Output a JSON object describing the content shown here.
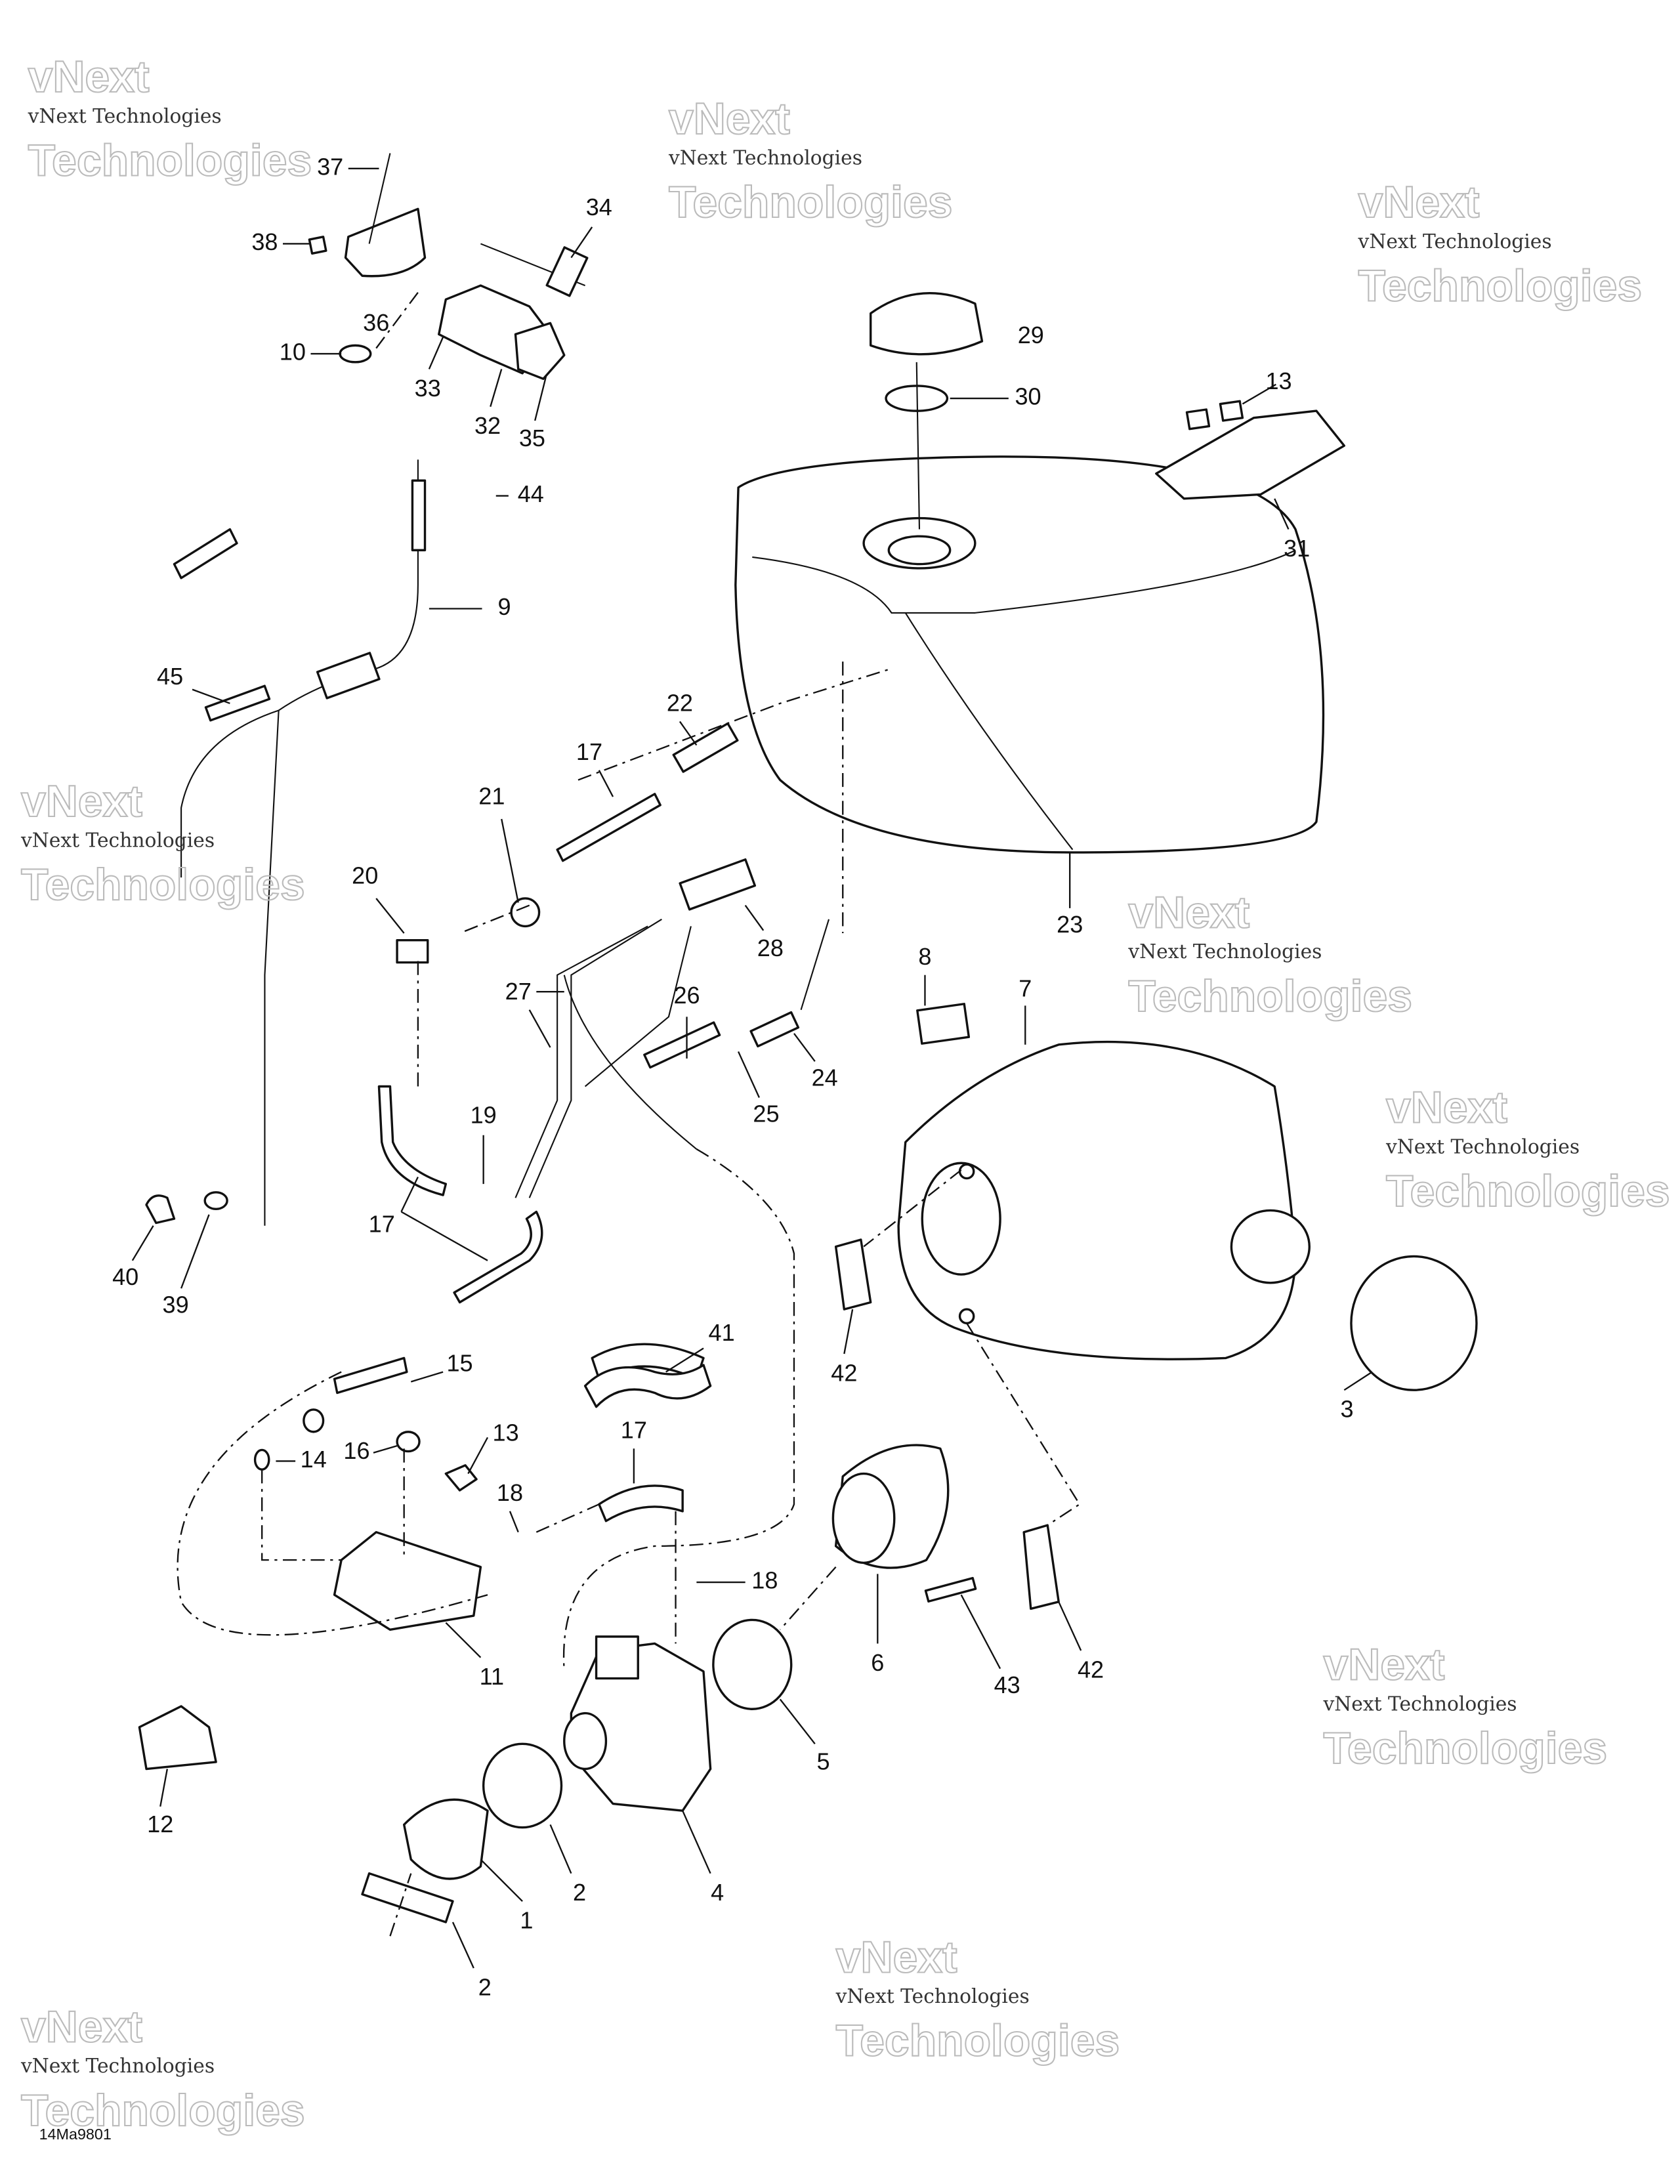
{
  "diagram": {
    "title": "Fuel system / carburetor exploded parts diagram",
    "drawing_code": "14Ma9801",
    "watermark": {
      "line1": "vNext",
      "line2": "Technologies",
      "caption": "vNext Technologies"
    },
    "callouts": [
      "37",
      "38",
      "34",
      "36",
      "10",
      "33",
      "32",
      "35",
      "29",
      "30",
      "13",
      "31",
      "44",
      "9",
      "45",
      "22",
      "17",
      "21",
      "20",
      "23",
      "28",
      "8",
      "7",
      "27",
      "26",
      "24",
      "25",
      "19",
      "17",
      "40",
      "39",
      "42",
      "3",
      "15",
      "41",
      "13",
      "16",
      "14",
      "17",
      "18",
      "18",
      "6",
      "11",
      "42",
      "43",
      "5",
      "12",
      "2",
      "4",
      "1",
      "2"
    ]
  }
}
